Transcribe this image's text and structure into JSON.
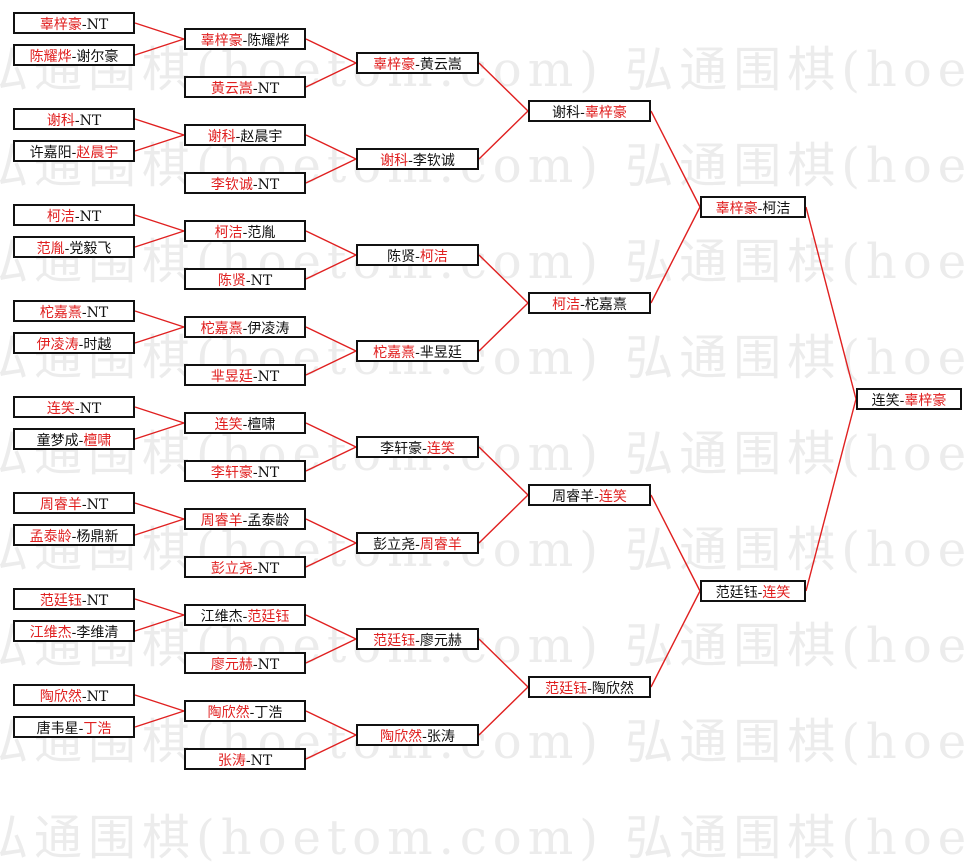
{
  "watermark": "弘通围棋(hoetom.com)",
  "colors": {
    "winner": "#e02020",
    "line": "#e02020",
    "border": "#111111"
  },
  "rounds": [
    [
      {
        "a": "辜梓豪",
        "b": "NT",
        "w": "a"
      },
      {
        "a": "陈耀烨",
        "b": "谢尔豪",
        "w": "a"
      },
      {
        "a": "谢科",
        "b": "NT",
        "w": "a"
      },
      {
        "a": "许嘉阳",
        "b": "赵晨宇",
        "w": "b"
      },
      {
        "a": "柯洁",
        "b": "NT",
        "w": "a"
      },
      {
        "a": "范胤",
        "b": "党毅飞",
        "w": "a"
      },
      {
        "a": "柁嘉熹",
        "b": "NT",
        "w": "a"
      },
      {
        "a": "伊凌涛",
        "b": "时越",
        "w": "a"
      },
      {
        "a": "连笑",
        "b": "NT",
        "w": "a"
      },
      {
        "a": "童梦成",
        "b": "檀啸",
        "w": "b"
      },
      {
        "a": "周睿羊",
        "b": "NT",
        "w": "a"
      },
      {
        "a": "孟泰龄",
        "b": "杨鼎新",
        "w": "a"
      },
      {
        "a": "范廷钰",
        "b": "NT",
        "w": "a"
      },
      {
        "a": "江维杰",
        "b": "李维清",
        "w": "a"
      },
      {
        "a": "陶欣然",
        "b": "NT",
        "w": "a"
      },
      {
        "a": "唐韦星",
        "b": "丁浩",
        "w": "b"
      }
    ],
    [
      {
        "a": "辜梓豪",
        "b": "陈耀烨",
        "w": "a"
      },
      {
        "a": "黄云嵩",
        "b": "NT",
        "w": "a"
      },
      {
        "a": "谢科",
        "b": "赵晨宇",
        "w": "a"
      },
      {
        "a": "李钦诚",
        "b": "NT",
        "w": "a"
      },
      {
        "a": "柯洁",
        "b": "范胤",
        "w": "a"
      },
      {
        "a": "陈贤",
        "b": "NT",
        "w": "a"
      },
      {
        "a": "柁嘉熹",
        "b": "伊凌涛",
        "w": "a"
      },
      {
        "a": "芈昱廷",
        "b": "NT",
        "w": "a"
      },
      {
        "a": "连笑",
        "b": "檀啸",
        "w": "a"
      },
      {
        "a": "李轩豪",
        "b": "NT",
        "w": "a"
      },
      {
        "a": "周睿羊",
        "b": "孟泰龄",
        "w": "a"
      },
      {
        "a": "彭立尧",
        "b": "NT",
        "w": "a"
      },
      {
        "a": "江维杰",
        "b": "范廷钰",
        "w": "b"
      },
      {
        "a": "廖元赫",
        "b": "NT",
        "w": "a"
      },
      {
        "a": "陶欣然",
        "b": "丁浩",
        "w": "a"
      },
      {
        "a": "张涛",
        "b": "NT",
        "w": "a"
      }
    ],
    [
      {
        "a": "辜梓豪",
        "b": "黄云嵩",
        "w": "a"
      },
      {
        "a": "谢科",
        "b": "李钦诚",
        "w": "a"
      },
      {
        "a": "陈贤",
        "b": "柯洁",
        "w": "b"
      },
      {
        "a": "柁嘉熹",
        "b": "芈昱廷",
        "w": "a"
      },
      {
        "a": "李轩豪",
        "b": "连笑",
        "w": "b"
      },
      {
        "a": "彭立尧",
        "b": "周睿羊",
        "w": "b"
      },
      {
        "a": "范廷钰",
        "b": "廖元赫",
        "w": "a"
      },
      {
        "a": "陶欣然",
        "b": "张涛",
        "w": "a"
      }
    ],
    [
      {
        "a": "谢科",
        "b": "辜梓豪",
        "w": "b"
      },
      {
        "a": "柯洁",
        "b": "柁嘉熹",
        "w": "a"
      },
      {
        "a": "周睿羊",
        "b": "连笑",
        "w": "b"
      },
      {
        "a": "范廷钰",
        "b": "陶欣然",
        "w": "a"
      }
    ],
    [
      {
        "a": "辜梓豪",
        "b": "柯洁",
        "w": "a"
      },
      {
        "a": "范廷钰",
        "b": "连笑",
        "w": "b"
      }
    ],
    [
      {
        "a": "连笑",
        "b": "辜梓豪",
        "w": "b"
      }
    ]
  ]
}
